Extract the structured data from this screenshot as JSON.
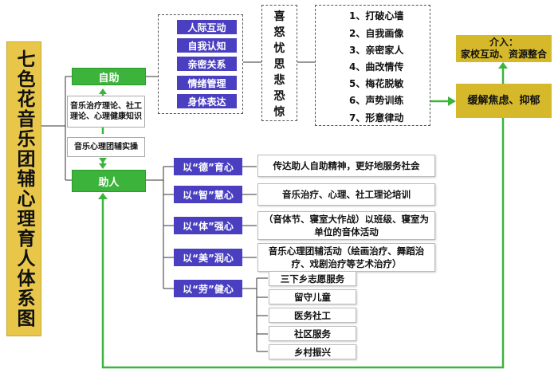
{
  "title": "七色花音乐团辅心理育人体系图",
  "self_help": "自助",
  "theory": "音乐治疗理论、社工理论、心理健康知识",
  "practice": "音乐心理团辅实操",
  "help_others": "助人",
  "self_help_items": [
    "人际互动",
    "自我认知",
    "亲密关系",
    "情绪管理",
    "身体表达"
  ],
  "emotions": [
    "喜",
    "怒",
    "忧",
    "思",
    "悲",
    "恐",
    "惊"
  ],
  "methods": [
    "1、打破心墙",
    "2、自我画像",
    "3、亲密家人",
    "4、曲改情传",
    "5、梅花脱敏",
    "6、声势训练",
    "7、形意律动"
  ],
  "relief": "缓解焦虑、抑郁",
  "intervention": "介入：\n家校互动、资源整合",
  "virtues": [
    {
      "label": "以“德”育心",
      "desc": "传达助人自助精神，更好地服务社会"
    },
    {
      "label": "以“智”慧心",
      "desc": "音乐治疗、心理、社工理论培训"
    },
    {
      "label": "以“体”强心",
      "desc": "（音体节、寝室大作战）以班级、寝室为单位的音体活动"
    },
    {
      "label": "以“美”润心",
      "desc": "音乐心理团辅活动（绘画治疗、舞蹈治疗、戏剧治疗等艺术治疗）"
    },
    {
      "label": "以“劳”健心",
      "desc": ""
    }
  ],
  "labor_items": [
    "三下乡志愿服务",
    "留守儿童",
    "医务社工",
    "社区服务",
    "乡村振兴"
  ],
  "colors": {
    "green": "#3cb43c",
    "purple": "#4a3fc0",
    "gold": "#d6b92a",
    "title_bg": "#e7c64a",
    "line": "#333333"
  }
}
